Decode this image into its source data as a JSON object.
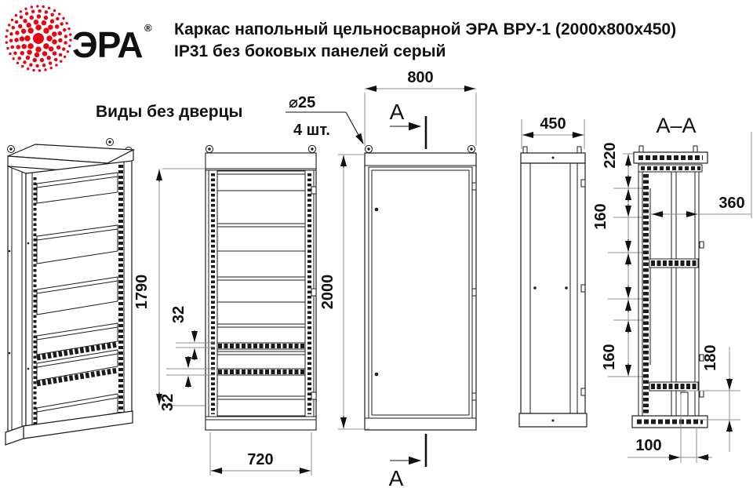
{
  "header": {
    "brand": "ЭРА",
    "registered_mark": "®",
    "title_line1": "Каркас напольный цельносварной ЭРА ВРУ-1 (2000x800x450)",
    "title_line2": "IP31 без боковых панелей серый"
  },
  "views_label": "Виды без дверцы",
  "section": {
    "title": "А–А",
    "marker_top": "А",
    "marker_bottom": "А"
  },
  "note": {
    "hole_diameter": "⌀25",
    "hole_count": "4 шт."
  },
  "dims": {
    "front_width": "800",
    "depth": "450",
    "overall_height": "2000",
    "frame_height": "1790",
    "frame_width": "720",
    "rail_offset_top": "32",
    "rail_offset_bottom": "32",
    "top_offset": "220",
    "spacing_upper": "160",
    "spacing_lower": "160",
    "inner_depth": "360",
    "bottom_offset": "180",
    "base_depth": "100"
  },
  "colors": {
    "line": "#1b1b1b",
    "dimension_line": "#8f8f8f",
    "text": "#111111",
    "brand_red": "#e30613",
    "background": "#ffffff"
  }
}
